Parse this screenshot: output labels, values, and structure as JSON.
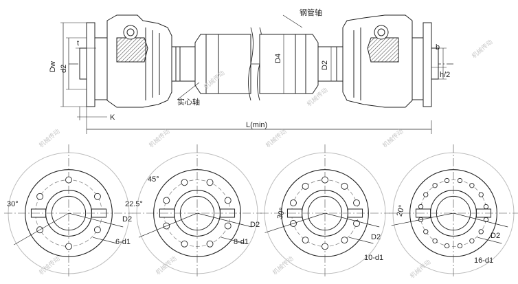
{
  "labels": {
    "steel_tube_shaft": "钢管轴",
    "solid_shaft": "实心轴",
    "dw": "Dw",
    "d2_left": "d2",
    "t": "t",
    "k": "K",
    "d4": "D4",
    "d2_right": "D2",
    "b": "b",
    "h_half": "h/2",
    "l_min": "L(min)"
  },
  "flanges": [
    {
      "angle1": "30°",
      "angle2": "",
      "d2": "D2",
      "holes": "6-d1"
    },
    {
      "angle1": "45°",
      "angle2": "22.5°",
      "d2": "D2",
      "holes": "8-d1"
    },
    {
      "angle1": "30°",
      "angle2": "",
      "d2": "D2",
      "holes": "10-d1"
    },
    {
      "angle1": "20°",
      "angle2": "",
      "d2": "D2",
      "holes": "16-d1"
    }
  ],
  "watermark": "机械传动"
}
